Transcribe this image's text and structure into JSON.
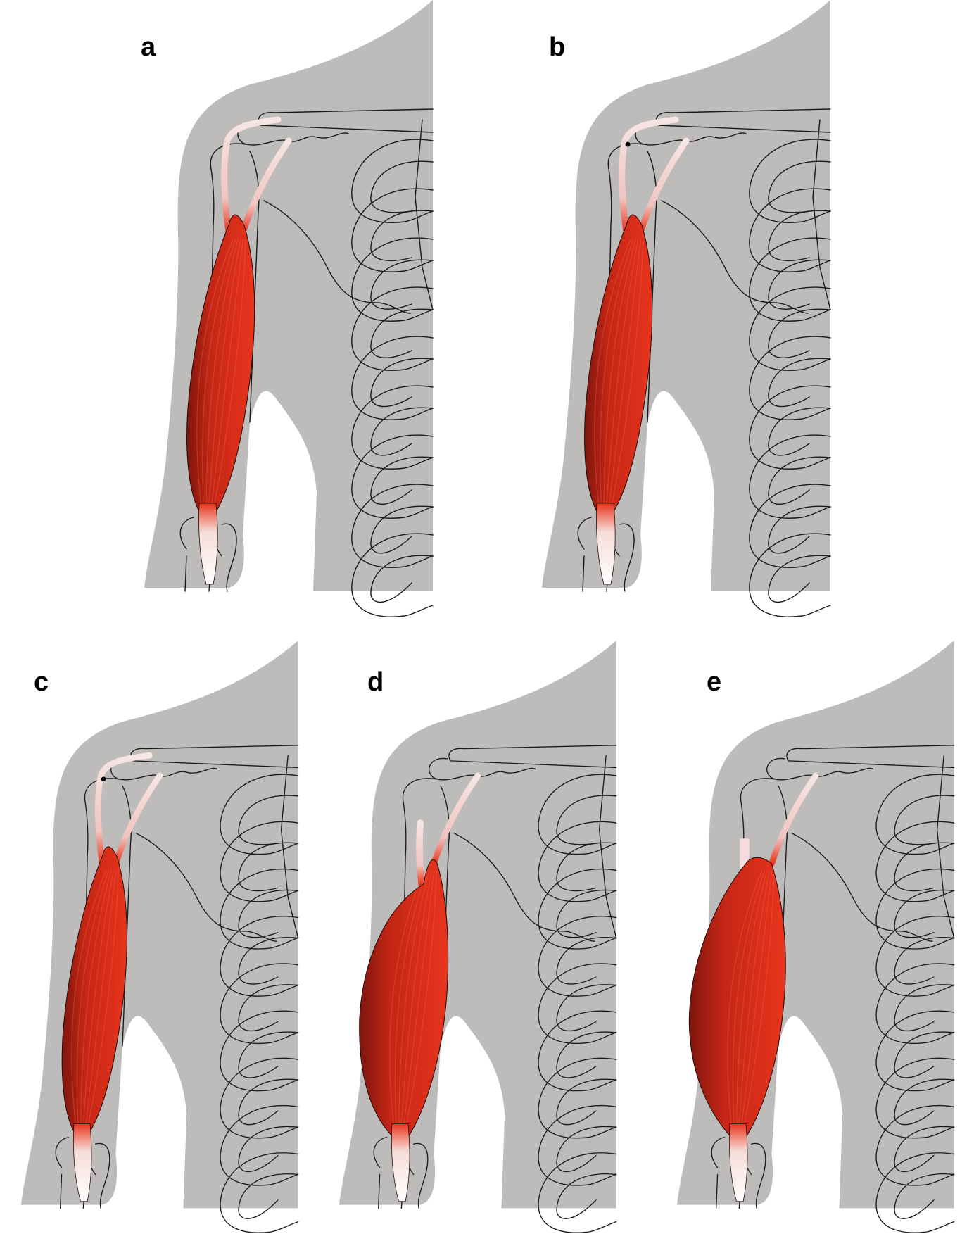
{
  "colors": {
    "skin": "#bdbcbb",
    "bone_stroke": "#1a1a1a",
    "muscle_light": "#e8341c",
    "muscle_dark": "#9c1d12",
    "tendon": "#f4dcdc"
  },
  "panels": [
    {
      "label": "a",
      "state": "normal",
      "bulge": 0,
      "long_head": "intact",
      "marker": false
    },
    {
      "label": "b",
      "state": "long-head-marked",
      "bulge": 0,
      "long_head": "intact",
      "marker": true
    },
    {
      "label": "c",
      "state": "long-head-marked",
      "bulge": 0,
      "long_head": "intact",
      "marker": true
    },
    {
      "label": "d",
      "state": "ruptured-bulging",
      "bulge": 1,
      "long_head": "detached",
      "marker": false
    },
    {
      "label": "e",
      "state": "ruptured-retracted",
      "bulge": 2,
      "long_head": "retracted",
      "marker": false
    }
  ]
}
